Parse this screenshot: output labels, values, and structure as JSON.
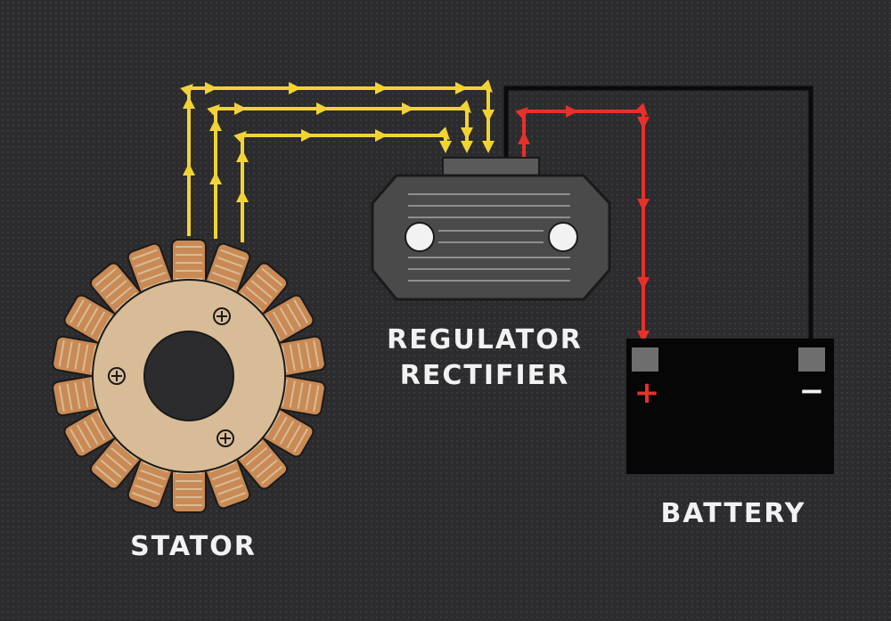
{
  "labels": {
    "stator": "STATOR",
    "regulator_line1": "REGULATOR",
    "regulator_line2": "RECTIFIER",
    "battery": "BATTERY",
    "battery_positive": "+",
    "battery_negative": "−"
  },
  "colors": {
    "background": "#2c2c2e",
    "ac_wire": "#f2d335",
    "dc_positive_wire": "#e8302a",
    "ground_wire": "#0a0a0a",
    "stator_core": "#d8bc97",
    "stator_coil": "#c98a55",
    "regulator_body": "#4a4a4a",
    "battery_body": "#060606",
    "label_text": "#f2f2f2"
  }
}
